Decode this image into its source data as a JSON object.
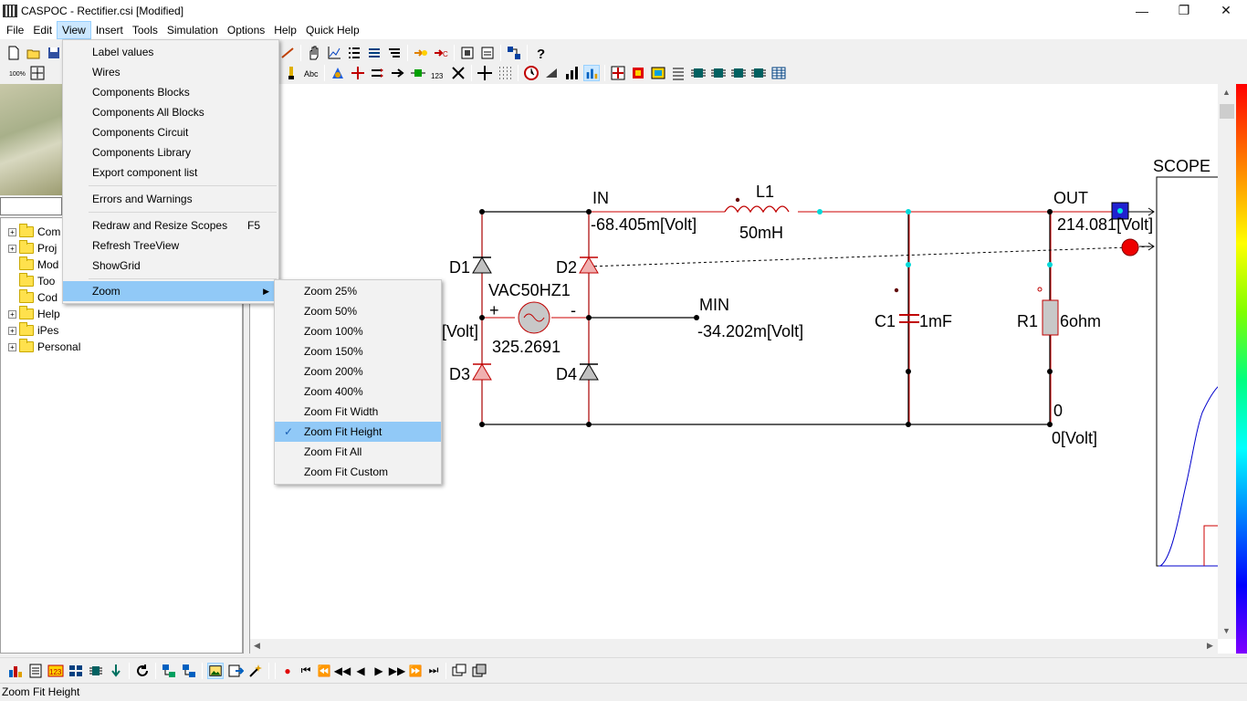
{
  "window": {
    "title": "CASPOC - Rectifier.csi [Modified]",
    "minimize": "—",
    "maximize": "❐",
    "close": "✕"
  },
  "menubar": [
    "File",
    "Edit",
    "View",
    "Insert",
    "Tools",
    "Simulation",
    "Options",
    "Help",
    "Quick Help"
  ],
  "view_menu": {
    "items": [
      "Label values",
      "Wires",
      "Components Blocks",
      "Components All Blocks",
      "Components Circuit",
      "Components Library",
      "Export component list"
    ],
    "errors": "Errors and Warnings",
    "redraw": "Redraw and Resize Scopes",
    "redraw_shortcut": "F5",
    "refresh": "Refresh TreeView",
    "showgrid": "ShowGrid",
    "zoom": "Zoom"
  },
  "zoom_menu": {
    "items": [
      "Zoom 25%",
      "Zoom 50%",
      "Zoom 100%",
      "Zoom 150%",
      "Zoom 200%",
      "Zoom 400%",
      "Zoom Fit Width",
      "Zoom Fit Height",
      "Zoom Fit All",
      "Zoom Fit Custom"
    ],
    "checked": "Zoom Fit Height"
  },
  "tree": [
    "Com",
    "Proj",
    "Mod",
    "Too",
    "Cod",
    "Help",
    "iPes",
    "Personal"
  ],
  "circuit": {
    "node_in": "IN",
    "in_value": "-68.405m[Volt]",
    "inductor": "L1",
    "inductor_value": "50mH",
    "node_out": "OUT",
    "out_value": "214.081[Volt]",
    "scope": "SCOPE",
    "d1": "D1",
    "d2": "D2",
    "d3": "D3",
    "d4": "D4",
    "source": "VAC50HZ1",
    "source_value": "325.2691",
    "plus": "+",
    "minus": "-",
    "node_min": "MIN",
    "min_value": "-34.202m[Volt]",
    "partial_value": "[Volt]",
    "capacitor": "C1",
    "capacitor_value": "1mF",
    "resistor": "R1",
    "resistor_value": "6ohm",
    "node_zero": "0",
    "zero_value": "0[Volt]"
  },
  "status": "Zoom Fit Height",
  "icons": {
    "toolbar": [
      "new-file-icon",
      "open-folder-icon",
      "save-icon",
      "hand-icon",
      "graph-icon",
      "list-icon",
      "help-icon"
    ],
    "bottom": [
      "record-icon",
      "skip-start-icon",
      "fast-rewind-icon",
      "rewind-icon",
      "step-back-icon",
      "play-icon",
      "step-forward-icon",
      "fast-forward-icon",
      "skip-end-icon"
    ]
  },
  "colors": {
    "wire_red": "#cc0000",
    "node_cyan": "#00d8d8",
    "menu_highlight": "#91c9f7",
    "scope_trace": "#0000cc"
  }
}
